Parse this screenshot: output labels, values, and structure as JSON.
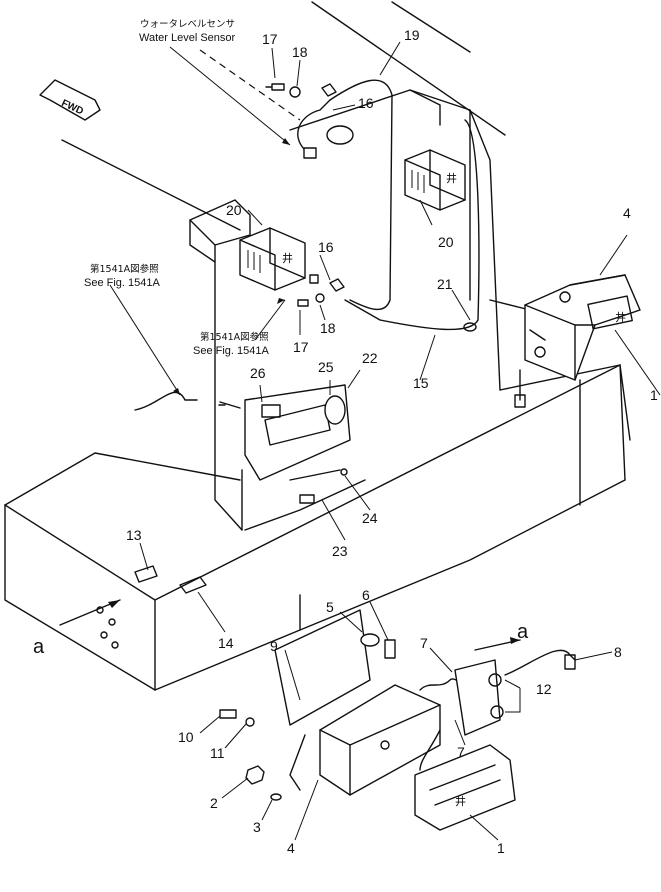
{
  "notes": {
    "water_sensor_jp": "ウォータレベルセンサ",
    "water_sensor_en": "Water Level Sensor",
    "fig_ref_jp_1": "第1541A図参照",
    "fig_ref_en_1": "See Fig. 1541A",
    "fig_ref_jp_2": "第1541A図参照",
    "fig_ref_en_2": "See Fig. 1541A",
    "fwd": "FWD"
  },
  "callouts": {
    "c17a": "17",
    "c18a": "18",
    "c19": "19",
    "c16a": "16",
    "c20a": "20",
    "c20b": "20",
    "c16b": "16",
    "c21": "21",
    "c18b": "18",
    "c17b": "17",
    "c15": "15",
    "c4a": "4",
    "c1a": "1",
    "c25": "25",
    "c22": "22",
    "c26": "26",
    "c24": "24",
    "c23": "23",
    "c13": "13",
    "c14": "14",
    "c5": "5",
    "c6": "6",
    "c7a": "7",
    "c7b": "7",
    "c8": "8",
    "c12": "12",
    "c9": "9",
    "c10": "10",
    "c11": "11",
    "c2": "2",
    "c3": "3",
    "c4b": "4",
    "c1b": "1"
  },
  "view_marks": {
    "a_left": "a",
    "a_right": "a"
  }
}
